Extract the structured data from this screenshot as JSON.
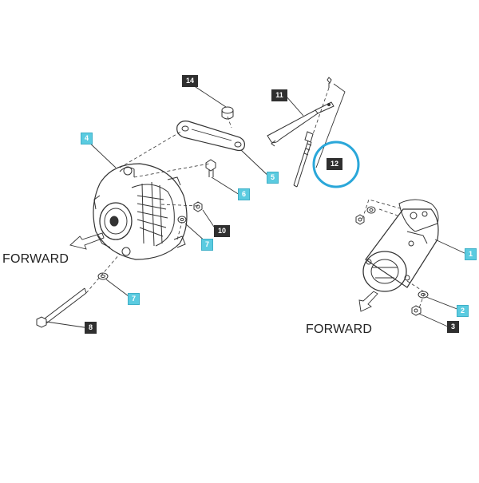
{
  "colors": {
    "highlight_ring": "#2aa7d9",
    "badge_dark": "#2f2f2f",
    "badge_cyan": "#5bcbe0",
    "line": "#333333"
  },
  "forward_labels": [
    "FORWARD",
    "FORWARD"
  ],
  "callouts": [
    {
      "id": "p1",
      "num": "1",
      "style": "cyan"
    },
    {
      "id": "p2",
      "num": "2",
      "style": "cyan"
    },
    {
      "id": "p3",
      "num": "3",
      "style": "dark"
    },
    {
      "id": "p4",
      "num": "4",
      "style": "cyan"
    },
    {
      "id": "p5",
      "num": "5",
      "style": "cyan"
    },
    {
      "id": "p6",
      "num": "6",
      "style": "cyan"
    },
    {
      "id": "p7a",
      "num": "7",
      "style": "cyan"
    },
    {
      "id": "p7b",
      "num": "7",
      "style": "cyan"
    },
    {
      "id": "p8",
      "num": "8",
      "style": "dark"
    },
    {
      "id": "p10",
      "num": "10",
      "style": "dark"
    },
    {
      "id": "p11",
      "num": "11",
      "style": "dark"
    },
    {
      "id": "p12",
      "num": "12",
      "style": "dark",
      "highlighted": true
    },
    {
      "id": "p14",
      "num": "14",
      "style": "dark"
    }
  ]
}
